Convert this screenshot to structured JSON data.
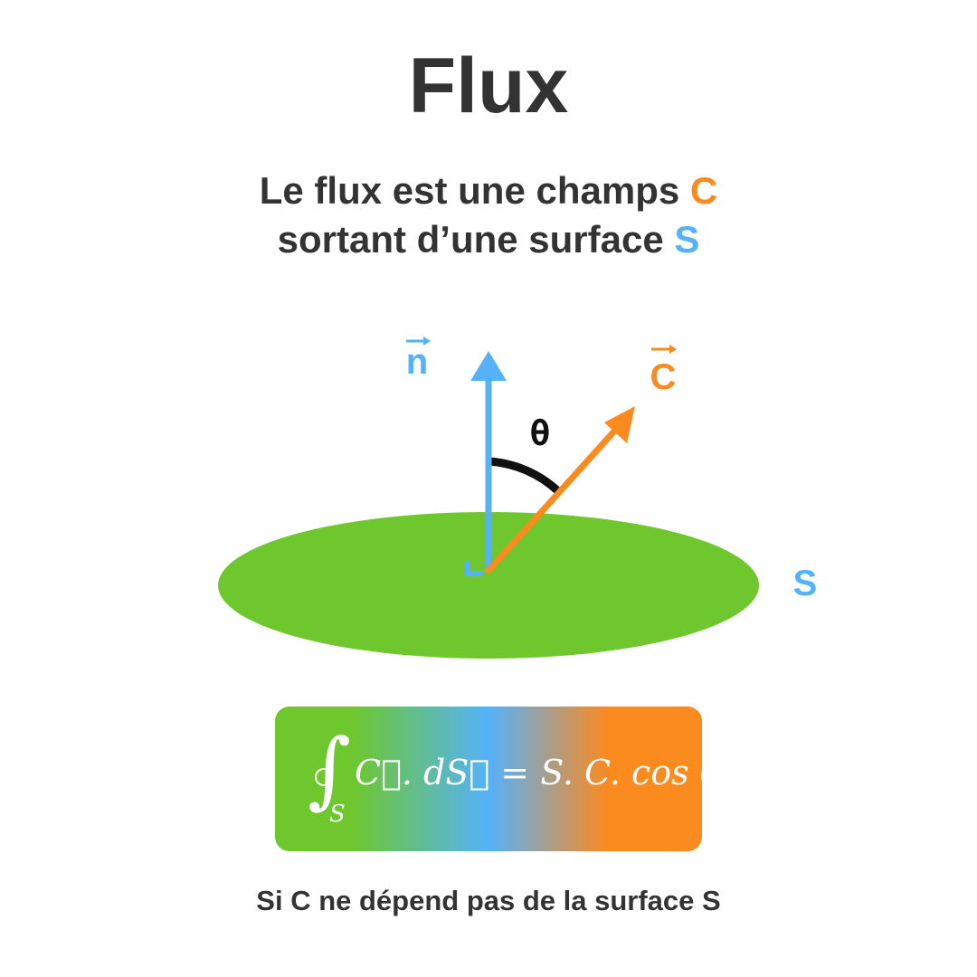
{
  "title": "Flux",
  "subtitle": {
    "line1": "Le flux est une champs ",
    "line1_var": "C",
    "line2": "sortant d’une surface ",
    "line2_var": "S"
  },
  "diagram": {
    "normal_label": "n",
    "field_label": "C",
    "angle_label": "θ",
    "surface_label": "S"
  },
  "formula": {
    "integral_sub": "S",
    "expression": "C⃗. dS⃗ = S. C. cos θ"
  },
  "footer": "Si C ne dépend pas de la surface S",
  "colors": {
    "green": "#6ec72d",
    "blue": "#55b2f9",
    "orange": "#fb8a1f",
    "text": "#333333"
  }
}
